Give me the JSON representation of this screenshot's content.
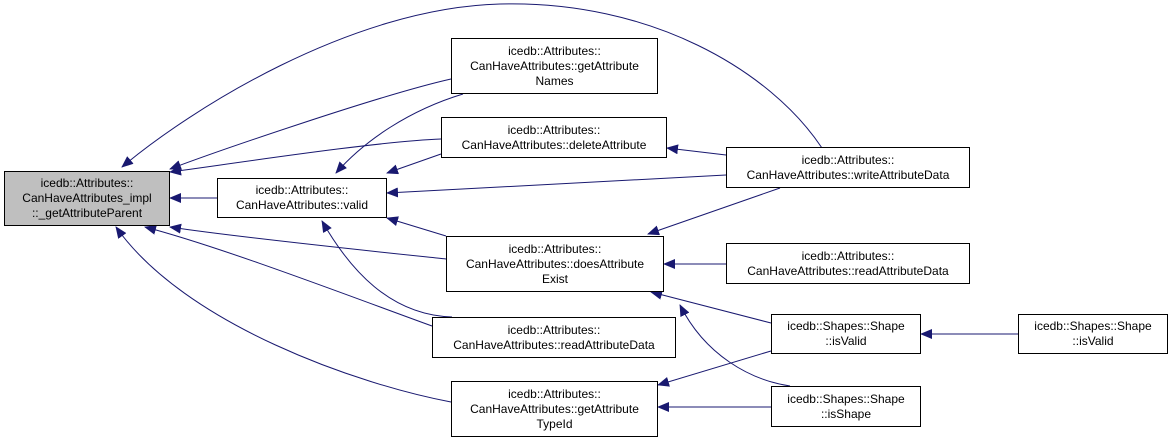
{
  "graph": {
    "colors": {
      "edge": "#191970",
      "node_border": "#000000",
      "root_fill": "#bfbfbf",
      "node_fill": "#ffffff"
    },
    "nodes": {
      "root": [
        "icedb::Attributes::",
        "CanHaveAttributes_impl",
        "::_getAttributeParent"
      ],
      "valid": [
        "icedb::Attributes::",
        "CanHaveAttributes::valid"
      ],
      "getNames": [
        "icedb::Attributes::",
        "CanHaveAttributes::getAttribute",
        "Names"
      ],
      "delete": [
        "icedb::Attributes::",
        "CanHaveAttributes::deleteAttribute"
      ],
      "exists": [
        "icedb::Attributes::",
        "CanHaveAttributes::doesAttribute",
        "Exist"
      ],
      "readMid": [
        "icedb::Attributes::",
        "CanHaveAttributes::readAttributeData"
      ],
      "typeId": [
        "icedb::Attributes::",
        "CanHaveAttributes::getAttribute",
        "TypeId"
      ],
      "write": [
        "icedb::Attributes::",
        "CanHaveAttributes::writeAttributeData"
      ],
      "readRight": [
        "icedb::Attributes::",
        "CanHaveAttributes::readAttributeData"
      ],
      "shapeValid": [
        "icedb::Shapes::Shape",
        "::isValid"
      ],
      "shapeIsShape": [
        "icedb::Shapes::Shape",
        "::isShape"
      ],
      "shapeValid2": [
        "icedb::Shapes::Shape",
        "::isValid"
      ]
    }
  }
}
